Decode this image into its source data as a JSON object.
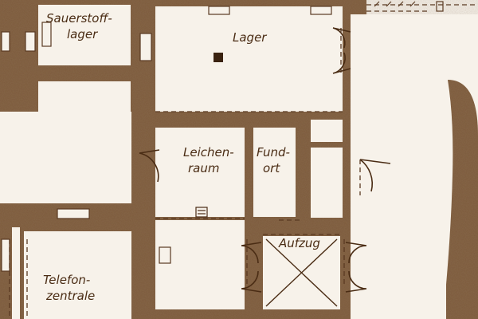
{
  "colors": {
    "background": "#f7f2ea",
    "wall": "#7d5a3c",
    "ink": "#4a2c14",
    "dashed": "#5a3a22"
  },
  "rooms": {
    "sauerstofflager": {
      "line1": "Sauerstoff-",
      "line2": "lager"
    },
    "lager": {
      "label": "Lager"
    },
    "leichenraum": {
      "line1": "Leichen-",
      "line2": "raum"
    },
    "fundort": {
      "line1": "Fund-",
      "line2": "ort"
    },
    "aufzug": {
      "label": "Aufzug"
    },
    "telefonzentrale": {
      "line1": "Telefon-",
      "line2": "zentrale"
    }
  }
}
